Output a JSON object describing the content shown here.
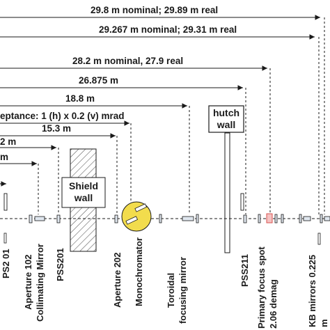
{
  "dimensions": [
    {
      "label": "29.8 m nominal; 29.89 m real"
    },
    {
      "label": "29.267 m nominal; 29.31 m real"
    },
    {
      "label": "28.2 m nominal, 27.9 real"
    },
    {
      "label": "26.875 m"
    },
    {
      "label": "18.8 m"
    },
    {
      "label": "eptance: 1 (h) x 0.2 (v) mrad"
    },
    {
      "label": "15.3 m"
    },
    {
      "label": "2 m"
    },
    {
      "label": "m"
    }
  ],
  "walls": {
    "shield_wall": "Shield wall",
    "hutch_wall": "hutch wall"
  },
  "components": [
    {
      "name": "PS2 01"
    },
    {
      "name": "Aperture 102"
    },
    {
      "name": "Collimating Mirror"
    },
    {
      "name": "PSS201"
    },
    {
      "name": "Aperture 202"
    },
    {
      "name": "Monochromator"
    },
    {
      "name": "Toroidal focusing mirror"
    },
    {
      "name": "PSS211"
    },
    {
      "name": "Primary focus spot 2.06 demag"
    },
    {
      "name": "KB mirrors 0.225 m"
    }
  ],
  "colors": {
    "line": "#1a1a1a",
    "mono_fill": "#f2dc4d",
    "shield_hatch": "#555555",
    "focus_mark": "#d9534f"
  }
}
